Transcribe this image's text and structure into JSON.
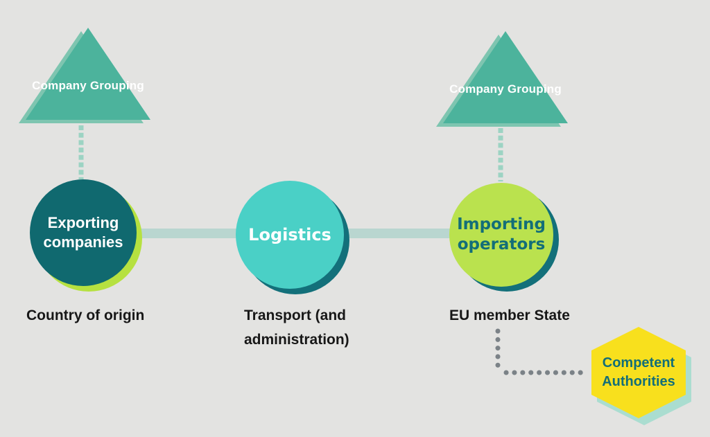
{
  "diagram": {
    "title_hint": "EU import-export supply chain actors diagram",
    "nodes": {
      "grouping_left": {
        "label": "Company Grouping"
      },
      "grouping_right": {
        "label": "Company Grouping"
      },
      "exporting": {
        "label": "Exporting companies",
        "caption": "Country of origin"
      },
      "logistics": {
        "label": "Logistics",
        "caption": "Transport (and administration)"
      },
      "importing": {
        "label": "Importing operators",
        "caption": "EU member State"
      },
      "authorities": {
        "label": "Competent Authorities"
      }
    },
    "colors": {
      "background": "#e3e3e1",
      "triangle": "#4cb39c",
      "triangle_shadow": "#7ec5b0",
      "dark_teal": "#10696f",
      "turquoise": "#4ad0c6",
      "lime": "#bae24e",
      "lime_shadow": "#b6e140",
      "teal_shadow": "#13707a",
      "connector_bar": "#b9d6d0",
      "teal_dots": "#9cd3c3",
      "grey_dots": "#7b8287",
      "yellow": "#f8e01d",
      "mint_shadow": "#aaddd0",
      "teal_text": "#136e78",
      "black_text": "#171717"
    }
  }
}
